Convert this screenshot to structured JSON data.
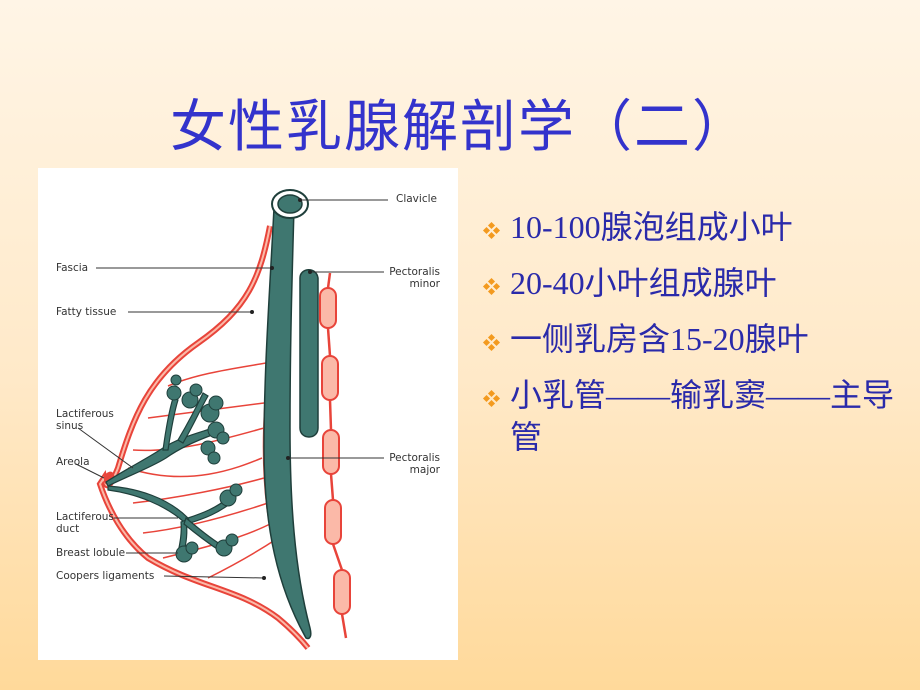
{
  "slide": {
    "title": "女性乳腺解剖学（二）",
    "colors": {
      "title": "#3333cc",
      "text": "#2a2aaa",
      "bullet": "#f39a1f",
      "background_top": "#fff5e6",
      "background_bottom": "#ffd99a"
    }
  },
  "figure": {
    "labels": {
      "clavicle": "Clavicle",
      "fascia": "Fascia",
      "fatty_tissue": "Fatty tissue",
      "pectoralis_minor_1": "Pectoralis",
      "pectoralis_minor_2": "minor",
      "lactiferous_sinus_1": "Lactiferous",
      "lactiferous_sinus_2": "sinus",
      "areola": "Areola",
      "pectoralis_major_1": "Pectoralis",
      "pectoralis_major_2": "major",
      "lactiferous_duct_1": "Lactiferous",
      "lactiferous_duct_2": "duct",
      "breast_lobule": "Breast lobule",
      "coopers_ligaments": "Coopers ligaments"
    }
  },
  "bullets": [
    {
      "icon": "diamond-bullet-icon",
      "text": "10-100腺泡组成小叶"
    },
    {
      "icon": "diamond-bullet-icon",
      "text": "20-40小叶组成腺叶"
    },
    {
      "icon": "diamond-bullet-icon",
      "text": "一侧乳房含15-20腺叶"
    },
    {
      "icon": "diamond-bullet-icon",
      "text": "小乳管——输乳窦——主导管"
    }
  ]
}
